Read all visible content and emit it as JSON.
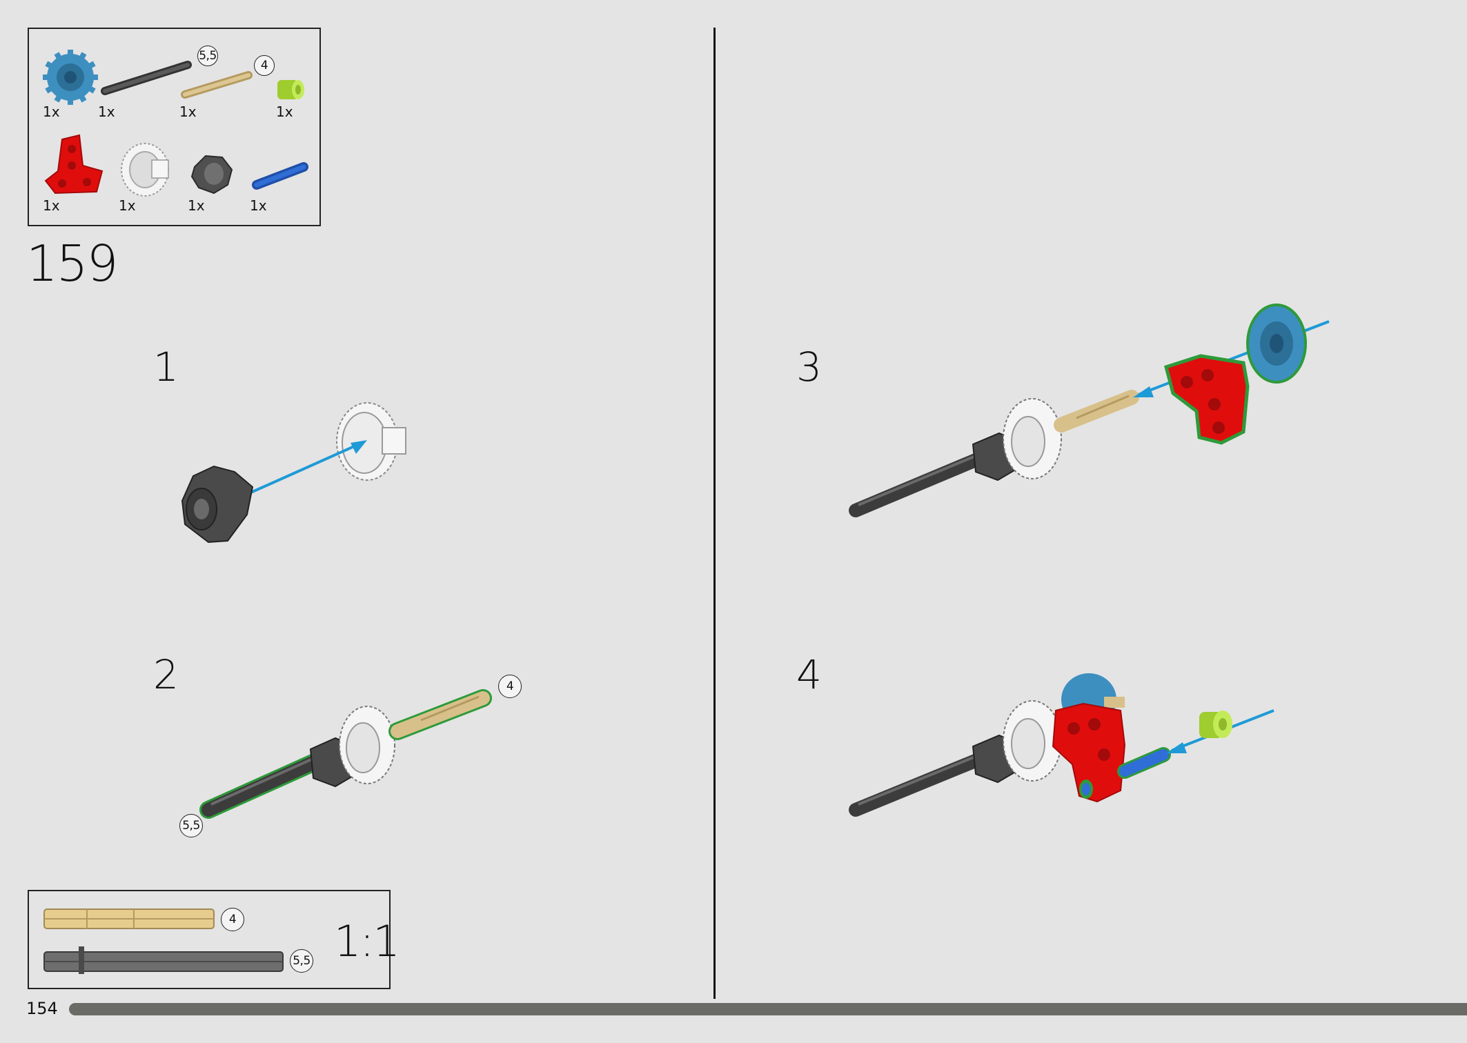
{
  "page_number": "154",
  "step_number": "159",
  "parts_list": {
    "items": [
      {
        "icon": "blue-gear-icon",
        "qty": "1x"
      },
      {
        "icon": "dark-axle-icon",
        "qty": "1x",
        "callout": "5,5"
      },
      {
        "icon": "tan-axle-icon",
        "qty": "1x",
        "callout": "4"
      },
      {
        "icon": "lime-bush-icon",
        "qty": "1x"
      },
      {
        "icon": "red-triangle-beam-icon",
        "qty": "1x"
      },
      {
        "icon": "white-hub-icon",
        "qty": "1x"
      },
      {
        "icon": "dark-bush-icon",
        "qty": "1x"
      },
      {
        "icon": "blue-pin-icon",
        "qty": "1x"
      }
    ]
  },
  "substeps": [
    {
      "number": "1"
    },
    {
      "number": "2",
      "callouts": [
        "4",
        "5,5"
      ]
    },
    {
      "number": "3"
    },
    {
      "number": "4"
    }
  ],
  "scale_box": {
    "ratio": "1:1",
    "items": [
      {
        "icon": "tan-axle-icon",
        "callout": "4"
      },
      {
        "icon": "dark-axle-icon",
        "callout": "5,5"
      }
    ]
  },
  "colors": {
    "background": "#e4e4e4",
    "arrow": "#1e9ad6",
    "highlight": "#2e9a3a",
    "red_part": "#e00d0d",
    "blue_gear": "#3d8fc0",
    "tan_axle": "#d8c08a",
    "dark_grey": "#4a4a4a",
    "lime": "#b9e24a",
    "progress_bar": "#6a6a66"
  }
}
